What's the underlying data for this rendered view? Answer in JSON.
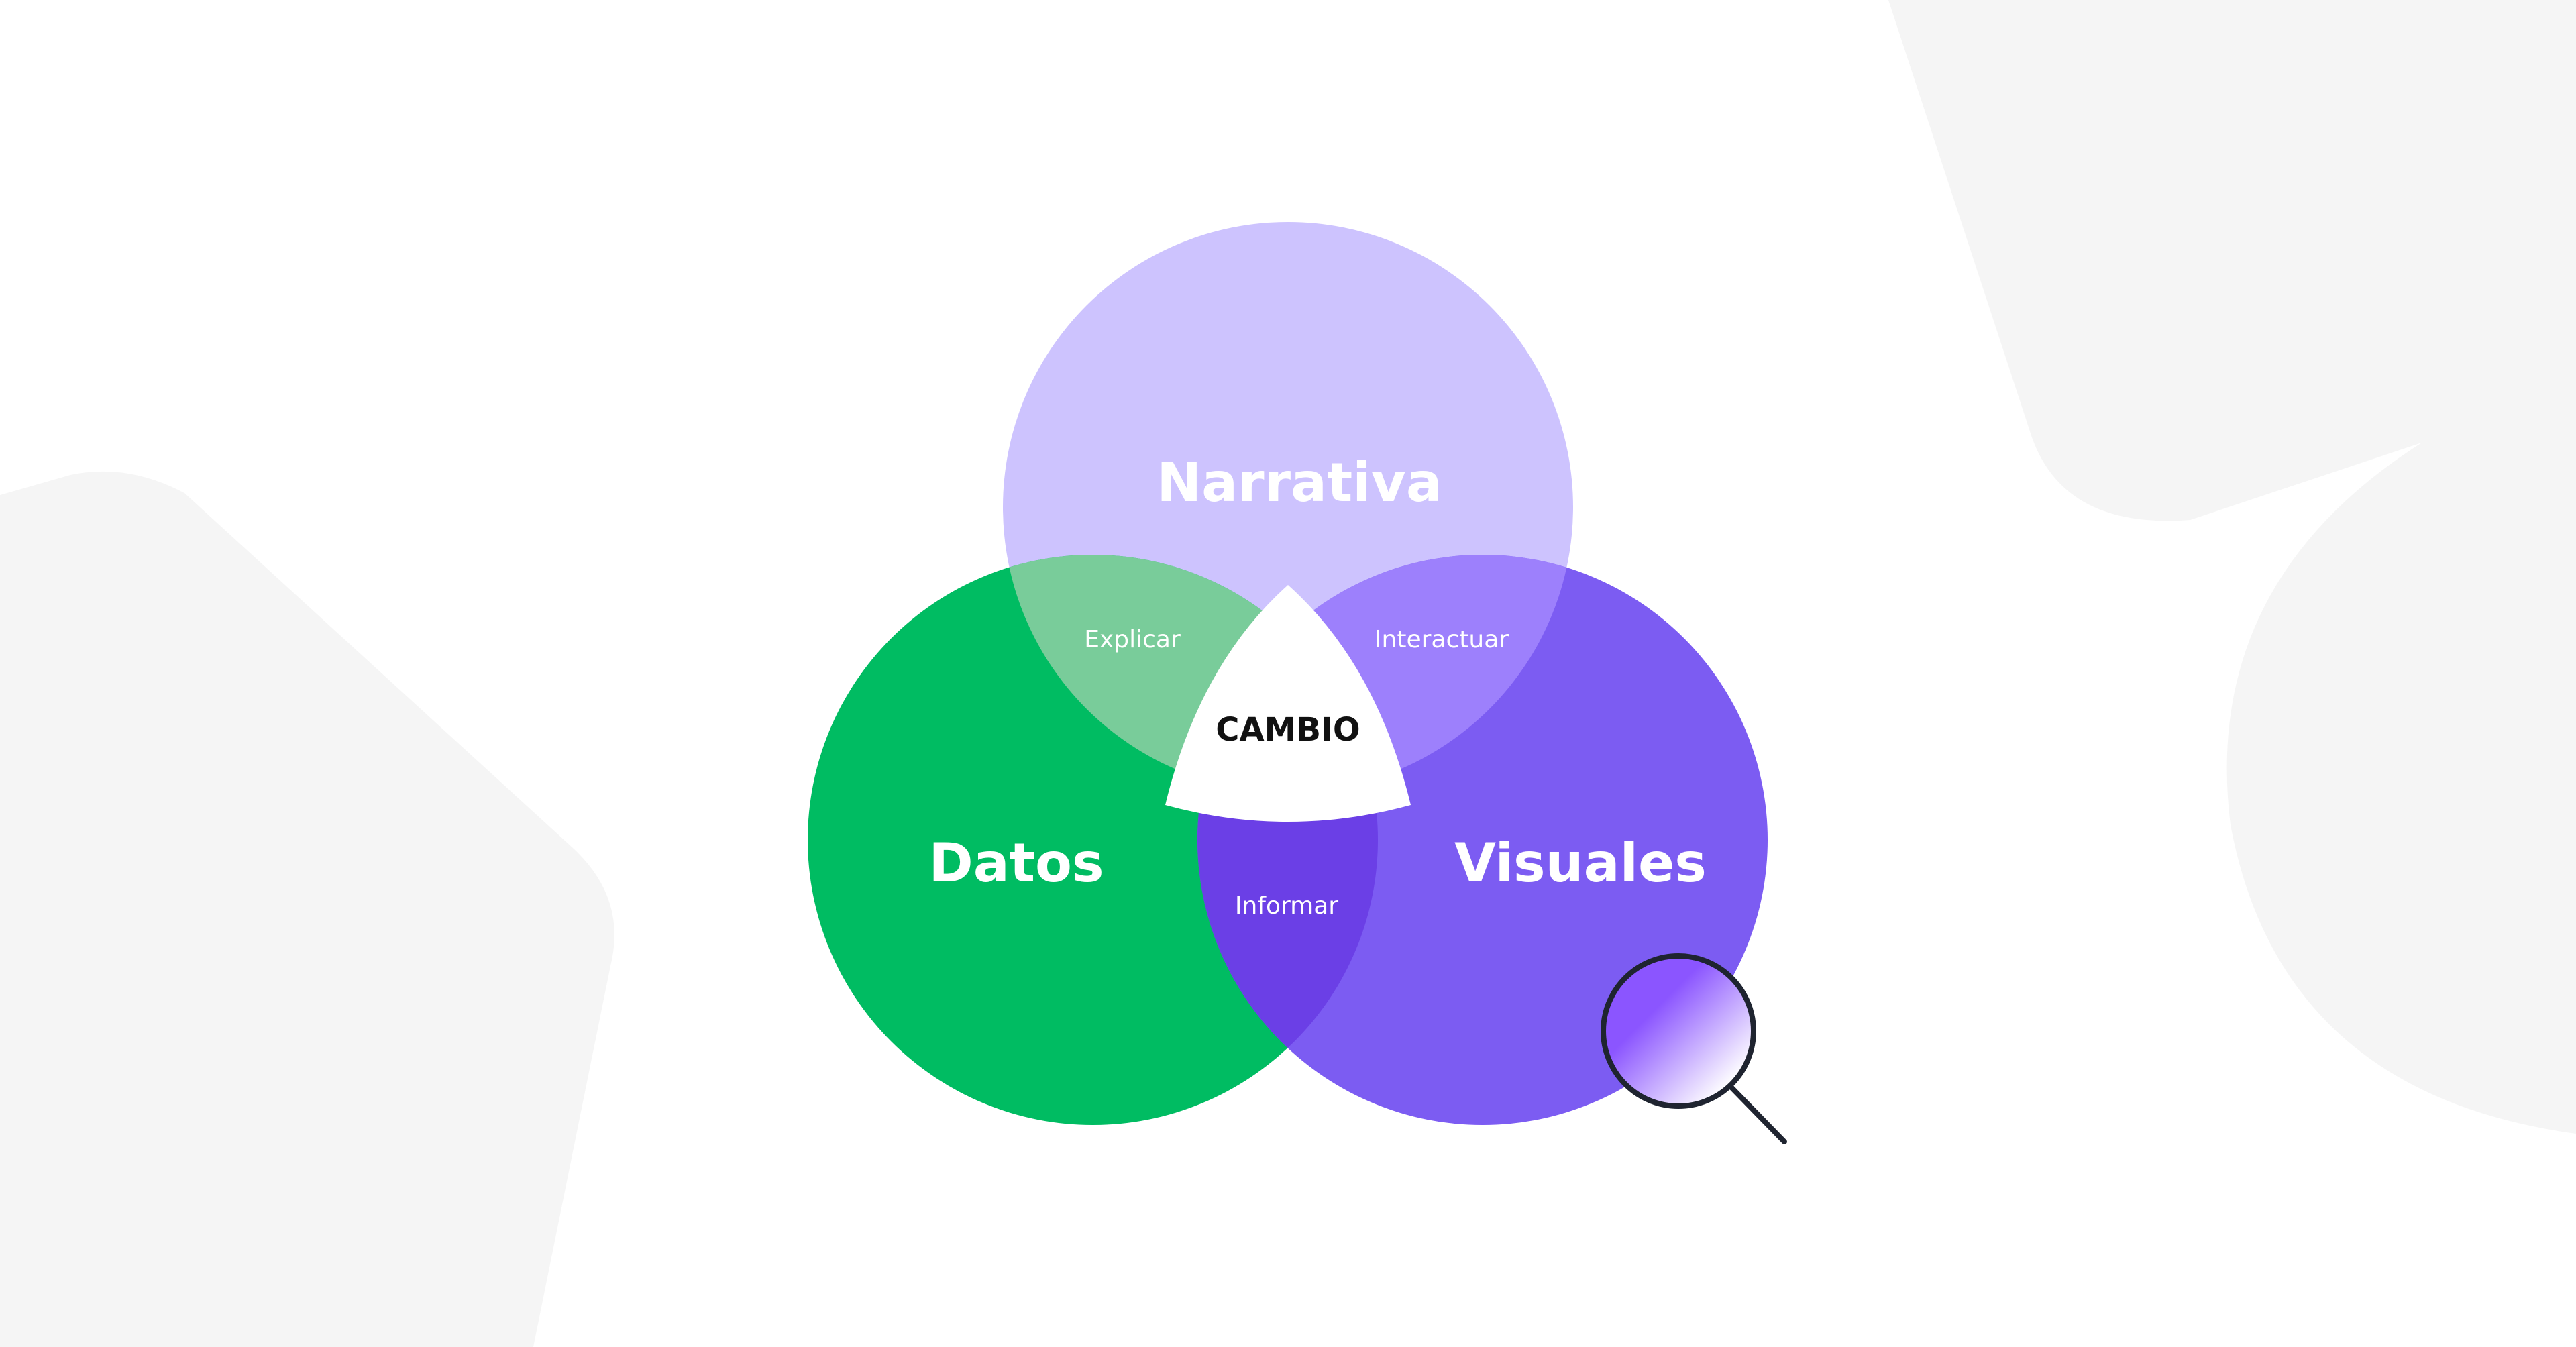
{
  "diagram": {
    "type": "venn-3",
    "sets": [
      {
        "label": "Narrativa",
        "color": "#cdc3fe"
      },
      {
        "label": "Datos",
        "color": "#00bc62"
      },
      {
        "label": "Visuales",
        "color": "#7c5cf2"
      }
    ],
    "intersections": {
      "narrativa_datos": {
        "label": "Explicar",
        "color": "#79cc9a"
      },
      "narrativa_visuales": {
        "label": "Interactuar",
        "color": "#9d80fc"
      },
      "datos_visuales": {
        "label": "Informar",
        "color": "#6b3fe6"
      },
      "all": {
        "label": "CAMBIO",
        "color": "#ffffff"
      }
    }
  },
  "decorations": {
    "background_shapes_color": "#f5f5f5",
    "magnifier_icon": "magnifying-glass-icon",
    "magnifier_stroke": "#1f2430",
    "magnifier_gradient": [
      "#8b55ff",
      "#ffffff"
    ]
  }
}
